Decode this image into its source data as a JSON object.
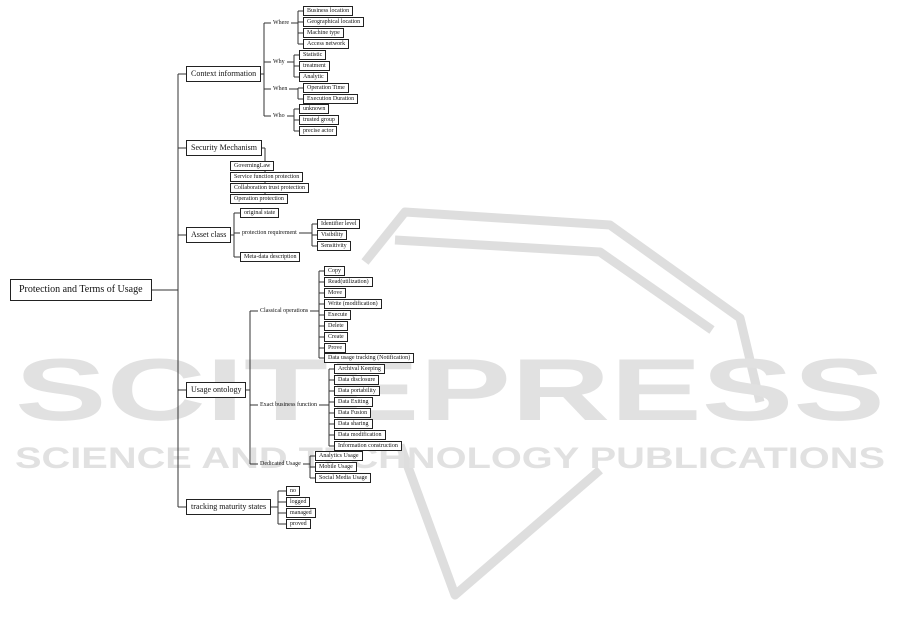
{
  "watermark": {
    "line1": "SCITEPRESS",
    "line2": "SCIENCE AND TECHNOLOGY PUBLICATIONS",
    "color": "#d6d6d6"
  },
  "tree": {
    "label": "Protection and Terms of Usage",
    "children": [
      {
        "label": "Context information",
        "children": [
          {
            "label": "Where",
            "children": [
              {
                "label": "Business location"
              },
              {
                "label": "Geographical location"
              },
              {
                "label": "Machine type"
              },
              {
                "label": "Access network"
              }
            ]
          },
          {
            "label": "Why",
            "children": [
              {
                "label": "Statistic"
              },
              {
                "label": "treatment"
              },
              {
                "label": "Analytic"
              }
            ]
          },
          {
            "label": "When",
            "children": [
              {
                "label": "Operation Time"
              },
              {
                "label": "Execution Duration"
              }
            ]
          },
          {
            "label": "Who",
            "children": [
              {
                "label": "unknown"
              },
              {
                "label": "trusted group"
              },
              {
                "label": "precise actor"
              }
            ]
          }
        ]
      },
      {
        "label": "Security Mechanism",
        "children": [
          {
            "label": "GoverningLaw"
          },
          {
            "label": "Service function protection"
          },
          {
            "label": "Collaboration trust protection"
          },
          {
            "label": "Operation protection"
          }
        ]
      },
      {
        "label": "Asset class",
        "children": [
          {
            "label": "original state"
          },
          {
            "label": "protection requirement",
            "children": [
              {
                "label": "Identifier level"
              },
              {
                "label": "Visibility"
              },
              {
                "label": "Sensitivity"
              }
            ]
          },
          {
            "label": "Meta-data description"
          }
        ]
      },
      {
        "label": "Usage ontology",
        "children": [
          {
            "label": "Classical operations",
            "children": [
              {
                "label": "Copy"
              },
              {
                "label": "Read(utilization)"
              },
              {
                "label": "Move"
              },
              {
                "label": "Write (modification)"
              },
              {
                "label": "Execute"
              },
              {
                "label": "Delete"
              },
              {
                "label": "Create"
              },
              {
                "label": "Prove"
              },
              {
                "label": "Data usage tracking (Notification)"
              }
            ]
          },
          {
            "label": "Exact business function",
            "children": [
              {
                "label": "Archival Keeping"
              },
              {
                "label": "Data disclosure"
              },
              {
                "label": "Data portability"
              },
              {
                "label": "Data Exiting"
              },
              {
                "label": "Data Fusion"
              },
              {
                "label": "Data sharing"
              },
              {
                "label": "Data modification"
              },
              {
                "label": "Information construction"
              }
            ]
          },
          {
            "label": "Dedicated Usage",
            "children": [
              {
                "label": "Analytics Usage"
              },
              {
                "label": "Mobile Usage"
              },
              {
                "label": "Social Media Usage"
              }
            ]
          }
        ]
      },
      {
        "label": "tracking maturity states",
        "children": [
          {
            "label": "no"
          },
          {
            "label": "logged"
          },
          {
            "label": "managed"
          },
          {
            "label": "proved"
          }
        ]
      }
    ]
  }
}
